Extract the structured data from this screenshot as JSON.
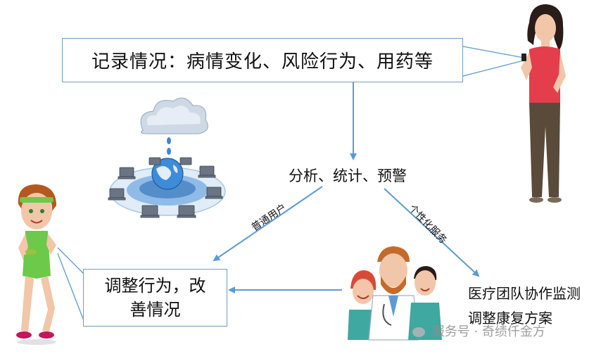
{
  "record_box": {
    "text": "记录情况：病情变化、风险行为、用药等"
  },
  "analysis": {
    "text": "分析、统计、预警"
  },
  "adjust_box": {
    "line1": "调整行为，改",
    "line2": "善情况"
  },
  "paths": {
    "normal_user": "普通用户",
    "personalized": "个性化服务"
  },
  "team": {
    "line1": "医疗团队协作监测",
    "line2": "调整康复方案"
  },
  "watermark": {
    "text": "服务号 · 奇绩仟金方"
  },
  "colors": {
    "arrow": "#5b9bd5",
    "box_border": "#6d9ec4",
    "cloud": "#5b8fd6",
    "woman_top": "#e43d4c",
    "runner_green": "#6dc94a"
  }
}
